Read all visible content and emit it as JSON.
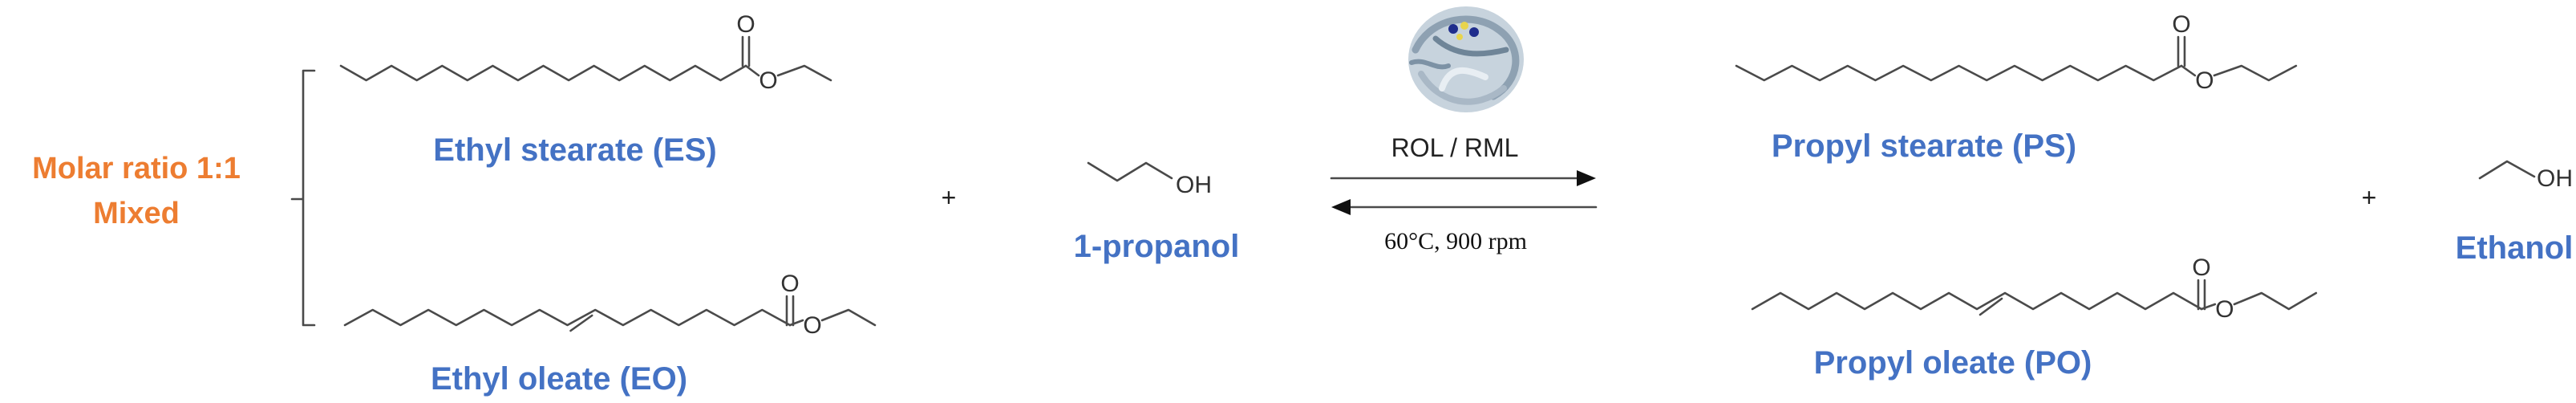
{
  "mixture": {
    "line1": "Molar ratio 1:1",
    "line2": "Mixed"
  },
  "reactants": {
    "ethyl_stearate": "Ethyl stearate (ES)",
    "ethyl_oleate": "Ethyl oleate (EO)",
    "propanol": "1-propanol",
    "plus": "+"
  },
  "reaction": {
    "enzymes": "ROL / RML",
    "conditions": "60°C, 900 rpm"
  },
  "products": {
    "propyl_stearate": "Propyl stearate (PS)",
    "propyl_oleate": "Propyl oleate (PO)",
    "ethanol": "Ethanol",
    "plus": "+"
  },
  "atoms": {
    "oxygen": "O",
    "hydroxyl": "OH"
  },
  "colors": {
    "label_blue": "#4472C4",
    "label_orange": "#ED7D31",
    "bond": "#4a4a4a"
  }
}
